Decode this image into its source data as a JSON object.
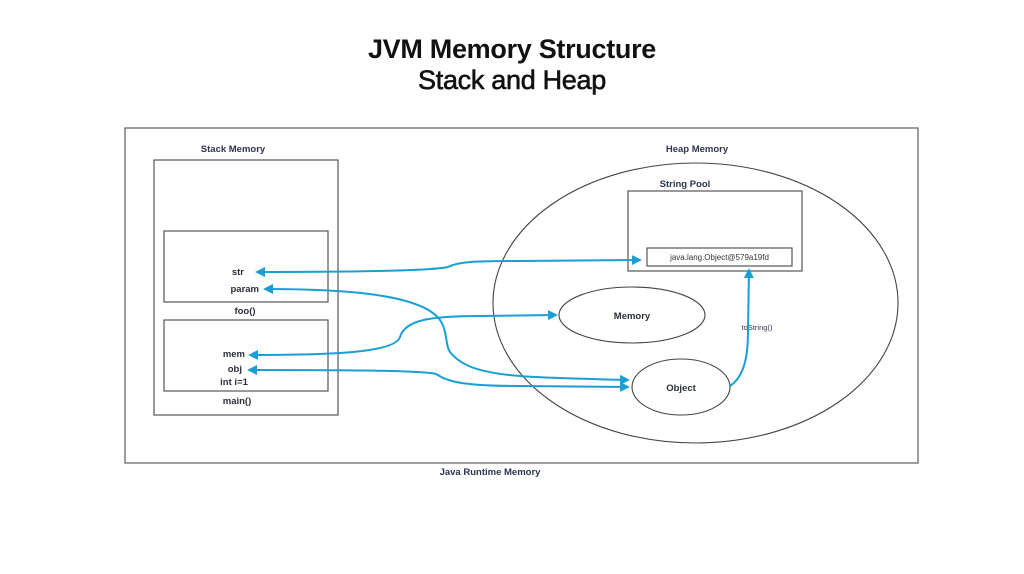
{
  "title": {
    "line1": "JVM Memory Structure",
    "line2": "Stack and Heap"
  },
  "diagram": {
    "outer_label": "Java Runtime Memory",
    "stack": {
      "label": "Stack Memory",
      "frames": [
        {
          "name": "foo()",
          "vars": [
            "str",
            "param"
          ]
        },
        {
          "name": "main()",
          "vars": [
            "mem",
            "obj",
            "int i=1"
          ]
        }
      ]
    },
    "heap": {
      "label": "Heap Memory",
      "string_pool": {
        "label": "String Pool",
        "entry": "java.lang.Object@579a19fd"
      },
      "objects": [
        "Memory",
        "Object"
      ],
      "method_label": "toString()"
    },
    "references": [
      {
        "from": "str",
        "to": "java.lang.Object@579a19fd",
        "bidirectional": true
      },
      {
        "from": "param",
        "to": "Object",
        "bidirectional": true
      },
      {
        "from": "mem",
        "to": "Memory",
        "bidirectional": true
      },
      {
        "from": "obj",
        "to": "Object",
        "bidirectional": true
      },
      {
        "from": "Object",
        "to": "java.lang.Object@579a19fd",
        "label": "toString()"
      }
    ],
    "colors": {
      "arrow": "#1a9fd4",
      "outline": "#555555",
      "label_text": "#2b3550"
    }
  }
}
